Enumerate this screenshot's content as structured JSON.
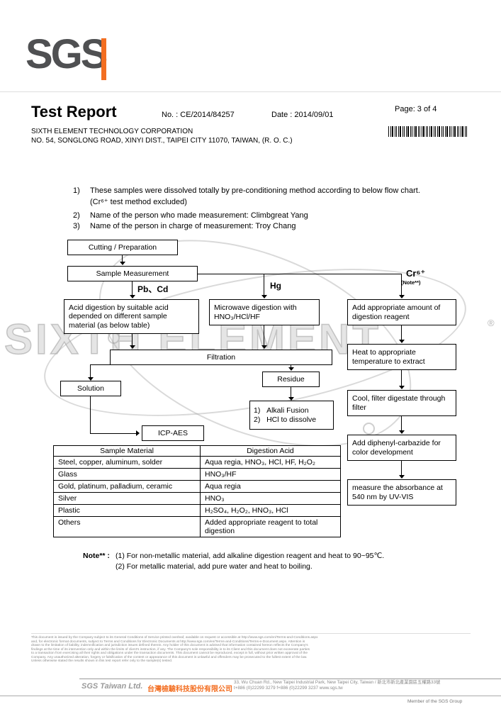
{
  "colors": {
    "sgs_orange": "#f36e21",
    "logo_gray": "#4f5052"
  },
  "header": {
    "logo": "SGS",
    "title": "Test Report",
    "no": "No. : CE/2014/84257",
    "date": "Date : 2014/09/01",
    "page": "Page: 3 of 4",
    "company": "SIXTH ELEMENT TECHNOLOGY CORPORATION",
    "address": "NO. 54, SONGLONG ROAD, XINYI DIST., TAIPEI CITY 11070, TAIWAN, (R. O. C.)"
  },
  "intro": {
    "item1_num": "1)",
    "item1": "These samples were dissolved totally by pre-conditioning method according to below flow chart.",
    "item1b": "(Cr⁶⁺ test method excluded)",
    "item2_num": "2)",
    "item2": "Name of the person who made measurement: Climbgreat Yang",
    "item3_num": "3)",
    "item3": "Name of the person in charge of measurement: Troy Chang"
  },
  "flowchart": {
    "cutting": "Cutting / Preparation",
    "sample": "Sample Measurement",
    "pbcd": "Pb、Cd",
    "hg": "Hg",
    "cr": "Cr⁶⁺",
    "cr_note": "(Note**)",
    "acid": "Acid digestion by suitable acid depended on different sample material (as below table)",
    "microwave": "Microwave digestion with HNO₃/HCl/HF",
    "reagent": "Add appropriate amount of digestion reagent",
    "filtration": "Filtration",
    "solution": "Solution",
    "residue": "Residue",
    "alkali1": "1)   Alkali Fusion",
    "alkali2": "2)   HCl to dissolve",
    "icp": "ICP-AES",
    "heat": "Heat to appropriate temperature to extract",
    "cool": "Cool, filter digestate through filter",
    "carbazide": "Add diphenyl-carbazide for color development",
    "absorbance": "measure the absorbance at 540 nm by UV-VIS"
  },
  "table": {
    "headers": [
      "Sample Material",
      "Digestion Acid"
    ],
    "rows": [
      [
        "Steel, copper, aluminum, solder",
        "Aqua regia, HNO₃, HCl, HF, H₂O₂"
      ],
      [
        "Glass",
        "HNO₃/HF"
      ],
      [
        "Gold, platinum, palladium, ceramic",
        "Aqua regia"
      ],
      [
        "Silver",
        "HNO₃"
      ],
      [
        "Plastic",
        "H₂SO₄, H₂O₂, HNO₃, HCl"
      ],
      [
        "Others",
        "Added appropriate reagent to total digestion"
      ]
    ]
  },
  "note": {
    "label": "Note** :",
    "line1": "(1) For non-metallic material, add alkaline digestion reagent and heat to 90~95℃.",
    "line2": "(2) For metallic material, add pure water and heat to boiling."
  },
  "watermark": {
    "text": "SIXTH ELEMENT",
    "reg": "®"
  },
  "footer": {
    "legal": [
      "This document is issued by the Company subject to its General Conditions of Service printed overleaf, available on request or accessible at http://www.sgs.com/en/Terms-and-Conditions.aspx",
      "and, for electronic format documents, subject to Terms and Conditions for Electronic Documents at http://www.sgs.com/en/Terms-and-Conditions/Terms-e-Document.aspx. Attention is",
      "drawn to the limitation of liability, indemnification and jurisdiction issues defined therein. Any holder of this document is advised that information contained hereon reflects the Company's",
      "findings at the time of its intervention only and within the limits of client's instruction, if any. The Company's sole responsibility is to its Client and this document does not exonerate parties",
      "to a transaction from exercising all their rights and obligations under the transaction documents. This document cannot be reproduced, except in full, without prior written approval of the",
      "Company. Any unauthorized alteration, forgery or falsification of the content or appearance of this document is unlawful and offenders may be prosecuted to the fullest extent of the law.",
      "Unless otherwise stated the results shown in this test report refer only to the sample(s) tested."
    ],
    "company_en": "SGS Taiwan Ltd.",
    "company_zh": "台灣檢驗科技股份有限公司",
    "addr1": "33, Wu Chuan Rd., New Taipei Industrial Park, New Taipei City, Taiwan / 新北市新北產業園區五權路33號",
    "addr2": "t+886 (0)22299 3279   f+886 (0)22299 3237   www.sgs.tw",
    "member": "Member of the SGS Group"
  }
}
